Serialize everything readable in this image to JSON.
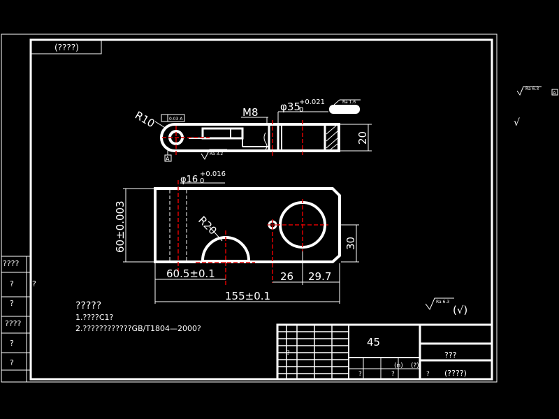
{
  "title_tag": "(????)",
  "part_view": {
    "radius_label": "R10",
    "thread_label": "M8",
    "bore_label": "φ35",
    "bore_tol_upper": "+0.021",
    "bore_tol_lower": "0",
    "rough_tag": "Ra 1.6",
    "tol_frame": "0.03 A",
    "datum": "A",
    "rough_small": "Ra 3.2",
    "thickness": "20"
  },
  "plan_view": {
    "hole_label": "φ16",
    "hole_tol": "+0.016",
    "hole_tol_lower": "0",
    "arc_label": "R20",
    "height_label": "60±0.003",
    "right_height": "30",
    "dim_a": "60.5±0.1",
    "dim_b": "26",
    "dim_c": "29.7",
    "total_len": "155±0.1"
  },
  "notes": {
    "heading": "?????",
    "line1": "1.????C1?",
    "line2": "2.????????????GB/T1804—2000?"
  },
  "roughness_general": {
    "ra": "Ra 6.3",
    "symbol": "(√)"
  },
  "side_labels": [
    "????",
    "?",
    "?",
    "?",
    "????",
    "?",
    "?"
  ],
  "right_marks": {
    "ra": "Ra 6.3",
    "a": "A",
    "check": "√"
  },
  "title_block": {
    "material": "45",
    "name": "???",
    "code": "(????)",
    "cells": [
      "?",
      "?",
      "?",
      "(n)",
      "(?)",
      "?"
    ]
  }
}
